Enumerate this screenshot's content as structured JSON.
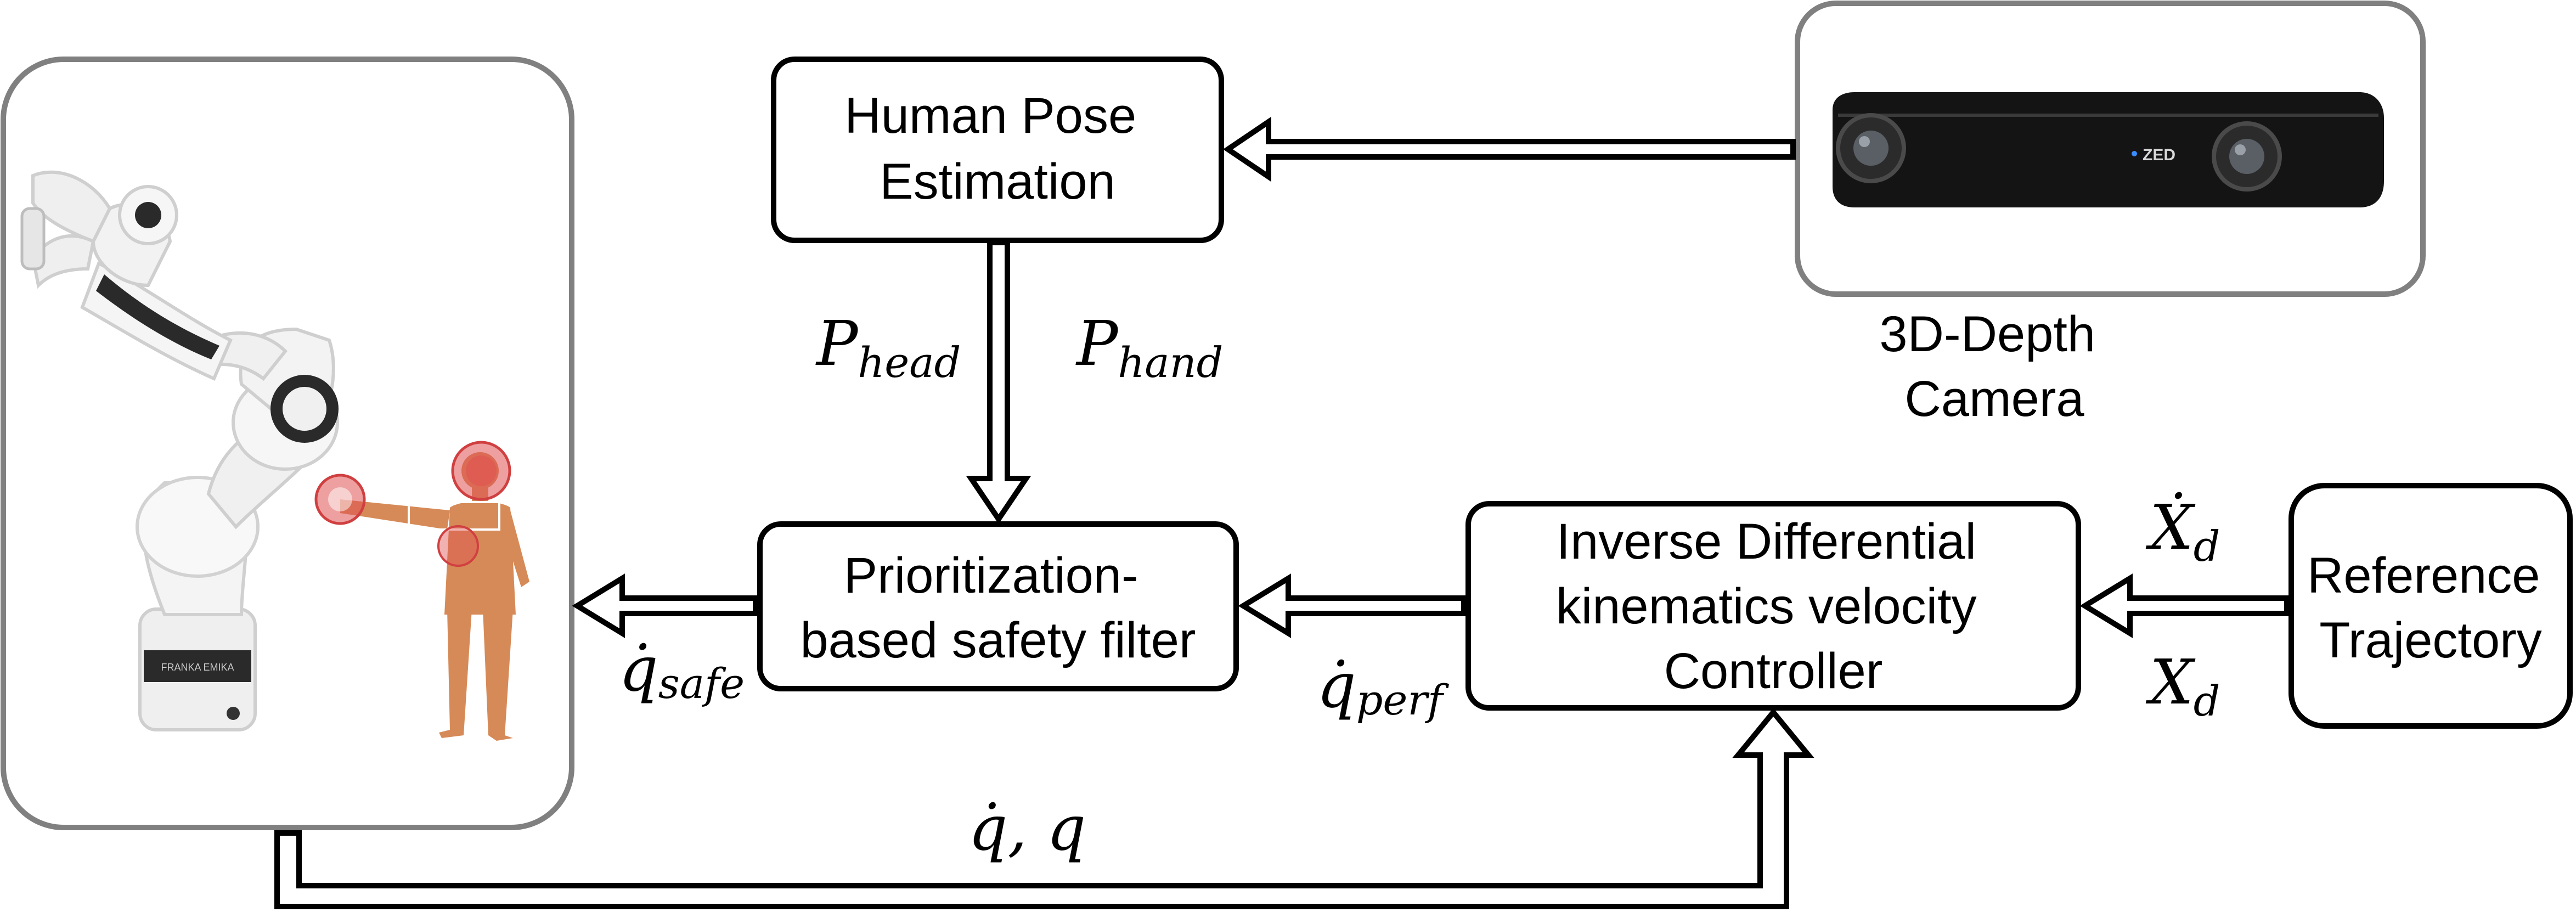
{
  "blocks": {
    "pose": [
      "Human Pose",
      "Estimation"
    ],
    "filter": [
      "Prioritization-",
      "based safety filter"
    ],
    "controller": [
      "Inverse Differential",
      "kinematics velocity",
      "Controller"
    ],
    "reference": [
      "Reference",
      "Trajectory"
    ]
  },
  "camera": {
    "caption": [
      "3D-Depth",
      "Camera"
    ],
    "brand": "ZED"
  },
  "signals": {
    "p_head": {
      "main": "P",
      "sub": "head"
    },
    "p_hand": {
      "main": "P",
      "sub": "hand"
    },
    "q_safe": {
      "main": "q̇",
      "sub": "safe"
    },
    "q_perf": {
      "main": "q̇",
      "sub": "perf"
    },
    "xdot_d": {
      "main": "Ẋ",
      "sub": "d"
    },
    "x_d": {
      "main": "X",
      "sub": "d"
    },
    "feedback": "q̇, q"
  },
  "robot": {
    "brand": "FRANKA EMIKA"
  },
  "colors": {
    "line": "#000000",
    "panel_border": "#808080",
    "human": "#d68a57",
    "zone": "#e05252",
    "robot_white": "#f2f2f2",
    "robot_dark": "#2a2a2a",
    "camera_body": "#141414"
  }
}
